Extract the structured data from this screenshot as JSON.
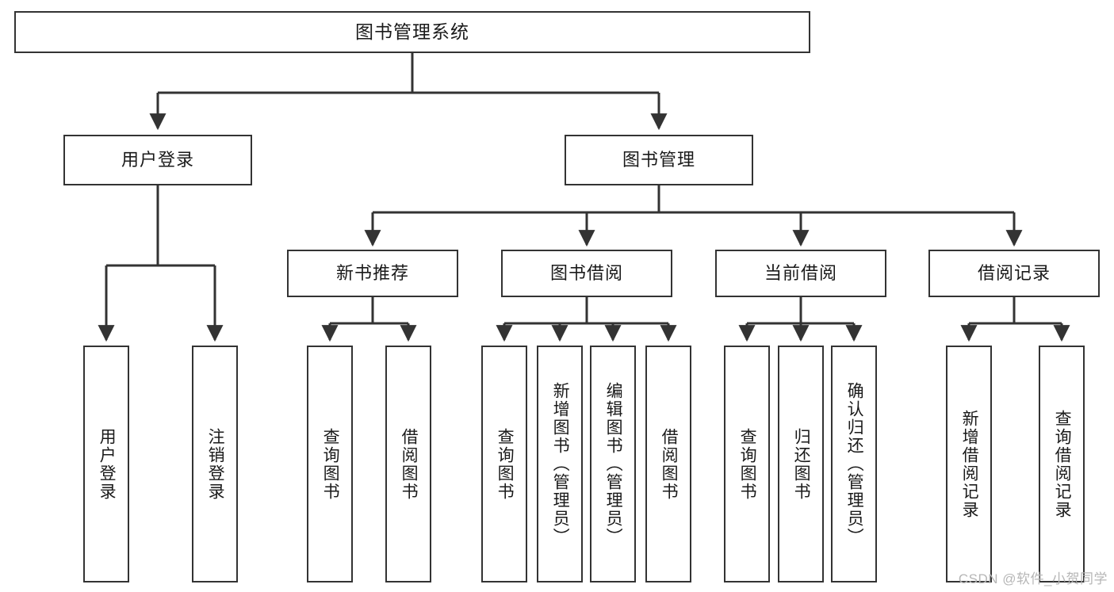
{
  "diagram": {
    "type": "tree",
    "title": "图书管理系统",
    "watermark": "CSDN @软件_小贺同学",
    "colors": {
      "stroke": "#333333",
      "fill": "#ffffff",
      "text": "#1a1a1a",
      "watermark": "#b6b6b6"
    },
    "nodes": {
      "root": {
        "label": "图书管理系统"
      },
      "level1": [
        {
          "label": "用户登录"
        },
        {
          "label": "图书管理"
        }
      ],
      "level2": [
        {
          "label": "新书推荐"
        },
        {
          "label": "图书借阅"
        },
        {
          "label": "当前借阅"
        },
        {
          "label": "借阅记录"
        }
      ],
      "leaves": [
        {
          "label": "用户登录"
        },
        {
          "label": "注销登录"
        },
        {
          "label": "查询图书"
        },
        {
          "label": "借阅图书"
        },
        {
          "label": "查询图书"
        },
        {
          "label": "新增图书（管理员）"
        },
        {
          "label": "编辑图书（管理员）"
        },
        {
          "label": "借阅图书"
        },
        {
          "label": "查询图书"
        },
        {
          "label": "归还图书"
        },
        {
          "label": "确认归还（管理员）"
        },
        {
          "label": "新增借阅记录"
        },
        {
          "label": "查询借阅记录"
        }
      ]
    }
  }
}
